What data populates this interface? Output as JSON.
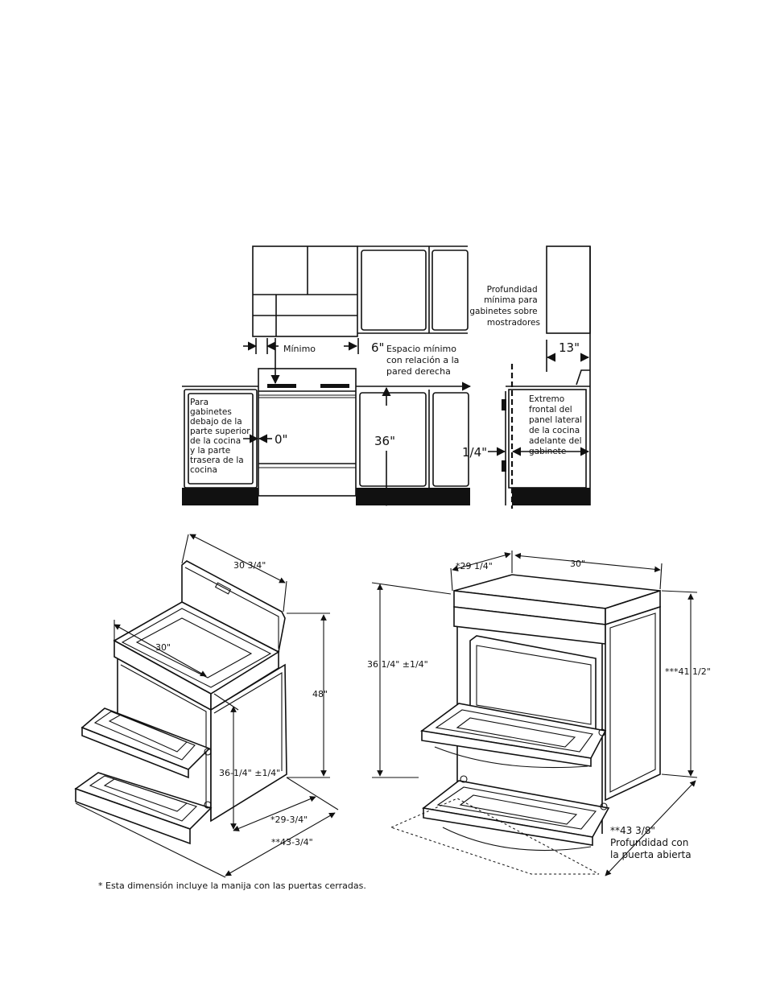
{
  "top": {
    "min_label": "Mínimo",
    "side_clear_label": "6\"",
    "right_wall_note": [
      "Espacio mínimo",
      "con relación a la",
      "pared derecha"
    ],
    "zero_label": "0\"",
    "height_label": "36\"",
    "under_cab_note": [
      "Para",
      "gabinetes",
      "debajo de la",
      "parte superior",
      "de la cocina",
      "y la parte",
      "trasera de la",
      "cocina"
    ],
    "cab_depth_note": [
      "Profundidad",
      "mínima para",
      "gabinetes sobre",
      "mostradores"
    ],
    "depth_label": "13\"",
    "quarter_label": "1/4\"",
    "side_panel_note": [
      "Extremo",
      "frontal del",
      "panel lateral",
      "de la cocina",
      "adelante del",
      "gabinete"
    ]
  },
  "left_range": {
    "top_width": "30 3/4\"",
    "cook_width": "30\"",
    "height": "48\"",
    "cooktop_height": "36-1/4\" ±1/4\"",
    "depth_closed": "*29-3/4\"",
    "depth_open": "**43-3/4\""
  },
  "right_range": {
    "depth": "*29 1/4\"",
    "width": "30\"",
    "height": "36 1/4\" ±1/4\"",
    "total_height": "***41 1/2\"",
    "open_depth": "**43 3/8\"",
    "open_note": [
      "Profundidad con",
      "la puerta abierta"
    ]
  },
  "footnote": "* Esta dimensión incluye la manija con las puertas cerradas."
}
